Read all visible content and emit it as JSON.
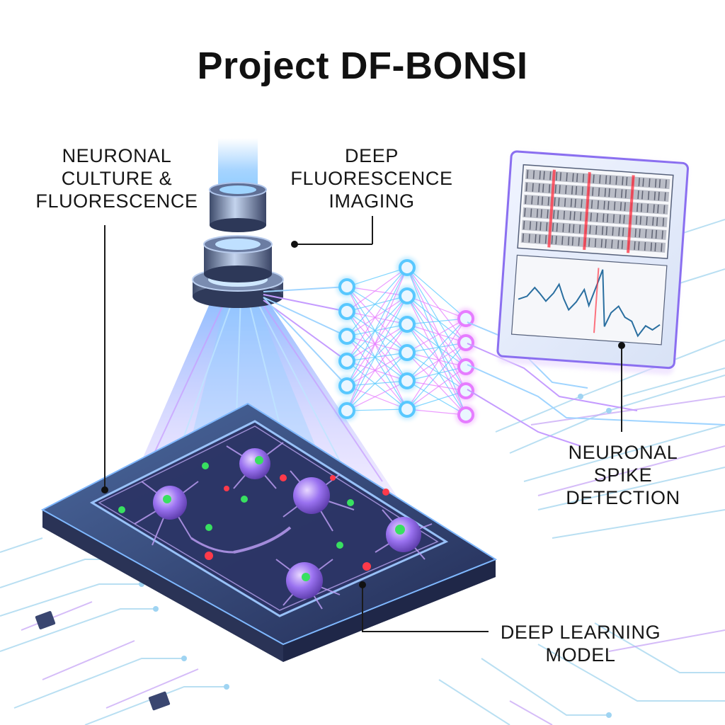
{
  "title": "Project DF-BONSI",
  "labels": {
    "neuronal_culture": "NEURONAL\nCULTURE &\nFLUORESCENCE",
    "deep_imaging": "DEEP\nFLUORESCENCE\nIMAGING",
    "spike_detection": "NEURONAL\nSPIKE\nDETECTION",
    "deep_learning": "DEEP LEARNING\nMODEL"
  },
  "colors": {
    "beam_blue": "#4fb8ff",
    "beam_violet": "#b070ff",
    "node_blue": "#58c8ff",
    "node_pink": "#e67cff",
    "neuron_purple": "#9a72f0",
    "spot_green": "#38e060",
    "spot_red": "#ff3a4a",
    "chip_dark": "#2f3a66",
    "circuit_blue": "#a8d8f0"
  },
  "network": {
    "layers": [
      6,
      6,
      5
    ]
  },
  "icons": [
    "microscope-objective-icon",
    "neural-network-icon",
    "spike-monitor-icon",
    "chip-icon",
    "neuron-icon"
  ]
}
